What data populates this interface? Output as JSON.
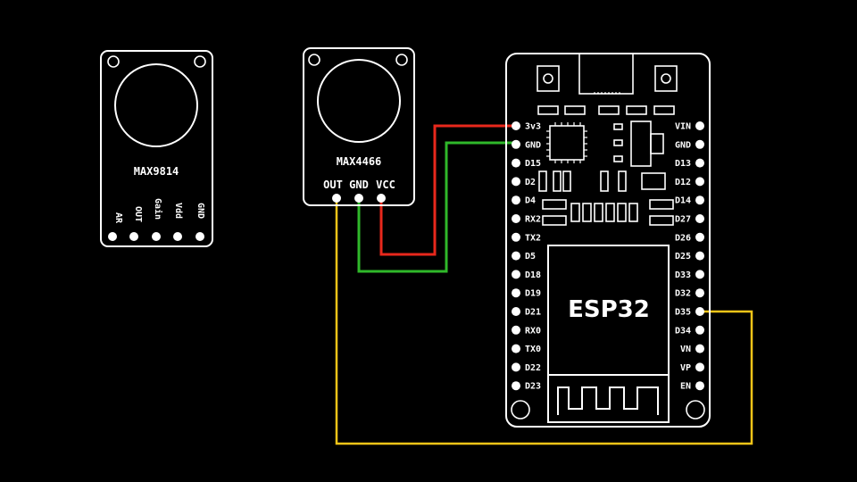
{
  "modules": {
    "max9814": {
      "title": "MAX9814",
      "pins": [
        "AR",
        "OUT",
        "Gain",
        "Vdd",
        "GND"
      ]
    },
    "max4466": {
      "title": "MAX4466",
      "pins": [
        "OUT",
        "GND",
        "VCC"
      ]
    },
    "esp32": {
      "title": "ESP32",
      "left_pins": [
        "3v3",
        "GND",
        "D15",
        "D2",
        "D4",
        "RX2",
        "TX2",
        "D5",
        "D18",
        "D19",
        "D21",
        "RX0",
        "TX0",
        "D22",
        "D23"
      ],
      "right_pins": [
        "VIN",
        "GND",
        "D13",
        "D12",
        "D14",
        "D27",
        "D26",
        "D25",
        "D33",
        "D32",
        "D35",
        "D34",
        "VN",
        "VP",
        "EN"
      ]
    }
  },
  "wires": [
    {
      "from": "MAX4466.VCC",
      "to": "ESP32.3v3",
      "color": "#e8281c"
    },
    {
      "from": "MAX4466.GND",
      "to": "ESP32.GND",
      "color": "#2fb82a"
    },
    {
      "from": "MAX4466.OUT",
      "to": "ESP32.D35",
      "color": "#f5c518"
    }
  ]
}
